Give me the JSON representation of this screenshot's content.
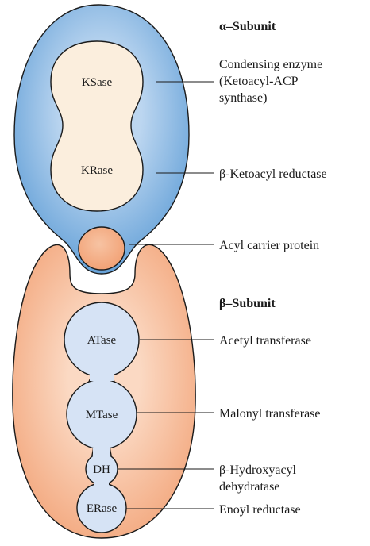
{
  "diagram": {
    "alpha_subunit": {
      "heading": "α–Subunit",
      "domains": [
        {
          "abbr": "KSase",
          "name": "Condensing enzyme\n(Ketoacyl-ACP\nsynthase)"
        },
        {
          "abbr": "KRase",
          "name": "β-Ketoacyl reductase"
        }
      ],
      "acp_label": "Acyl carrier protein"
    },
    "beta_subunit": {
      "heading": "β–Subunit",
      "domains": [
        {
          "abbr": "ATase",
          "name": "Acetyl transferase"
        },
        {
          "abbr": "MTase",
          "name": "Malonyl transferase"
        },
        {
          "abbr": "DH",
          "name": "β-Hydroxyacyl\ndehydratase"
        },
        {
          "abbr": "ERase",
          "name": "Enoyl reductase"
        }
      ]
    },
    "colors": {
      "alpha_fill": "#5b9bd5",
      "alpha_light": "#bcd6f0",
      "alpha_domain": "#fbeedd",
      "beta_fill": "#f2a276",
      "beta_light": "#fbd9c3",
      "beta_domain": "#d6e3f5",
      "acp": "#f2a276"
    }
  }
}
